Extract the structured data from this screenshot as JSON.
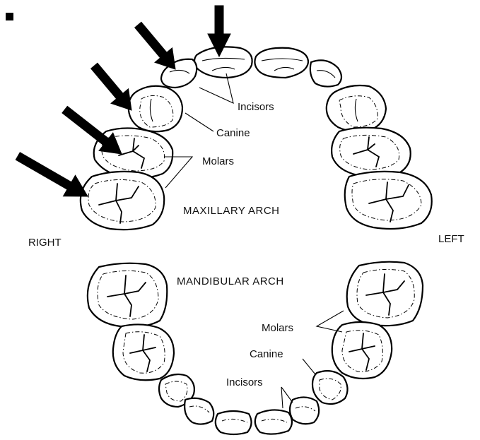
{
  "labels": {
    "upper_incisors": "Incisors",
    "upper_canine": "Canine",
    "upper_molars": "Molars",
    "maxillary_arch": "MAXILLARY ARCH",
    "right": "RIGHT",
    "left": "LEFT",
    "mandibular_arch": "MANDIBULAR ARCH",
    "lower_molars": "Molars",
    "lower_canine": "Canine",
    "lower_incisors": "Incisors"
  },
  "colors": {
    "ink": "#000000",
    "background": "#ffffff"
  },
  "markers": {
    "corner_square": "black-square",
    "arrows": [
      "arrow-to-central-incisor",
      "arrow-to-lateral-incisor",
      "arrow-to-canine",
      "arrow-to-first-molar",
      "arrow-to-second-molar"
    ]
  }
}
